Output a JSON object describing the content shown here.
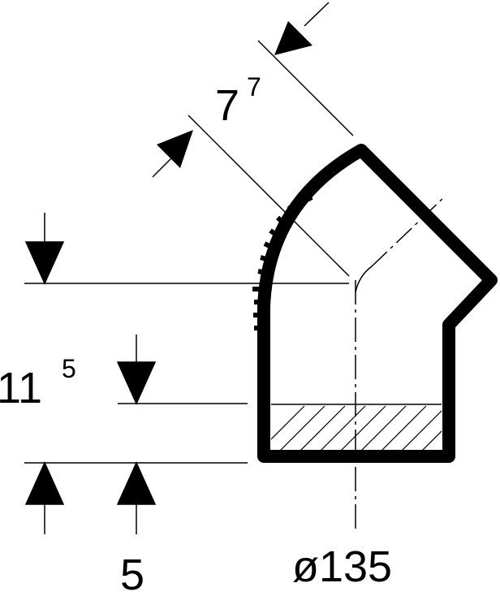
{
  "dimensions": {
    "offset_main": "7",
    "offset_sup": "7",
    "height_main": "11",
    "height_sup": "5",
    "socket_depth": "5",
    "diameter": "ø135"
  },
  "colors": {
    "stroke": "#000000",
    "background": "#ffffff"
  }
}
